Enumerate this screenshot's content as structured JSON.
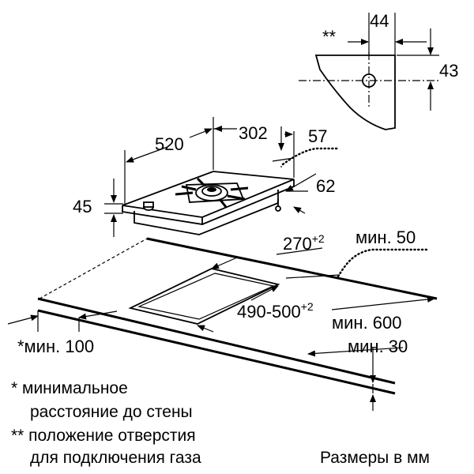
{
  "dimensions": {
    "d44": "44",
    "d43": "43",
    "d520": "520",
    "d302": "302",
    "d57": "57",
    "d62": "62",
    "d45": "45",
    "d270": "270",
    "d270_tol": "+2",
    "min50": "мин. 50",
    "d490": "490-500",
    "d490_tol": "+2",
    "min600": "мин. 600",
    "min100": "*мин. 100",
    "min30": "мин. 30",
    "double_star": "**"
  },
  "notes": {
    "line1": "* минимальное",
    "line2": "расстояние до стены",
    "line3": "** положение отверстия",
    "line4": "для подключения газа",
    "units": "Размеры в мм"
  }
}
